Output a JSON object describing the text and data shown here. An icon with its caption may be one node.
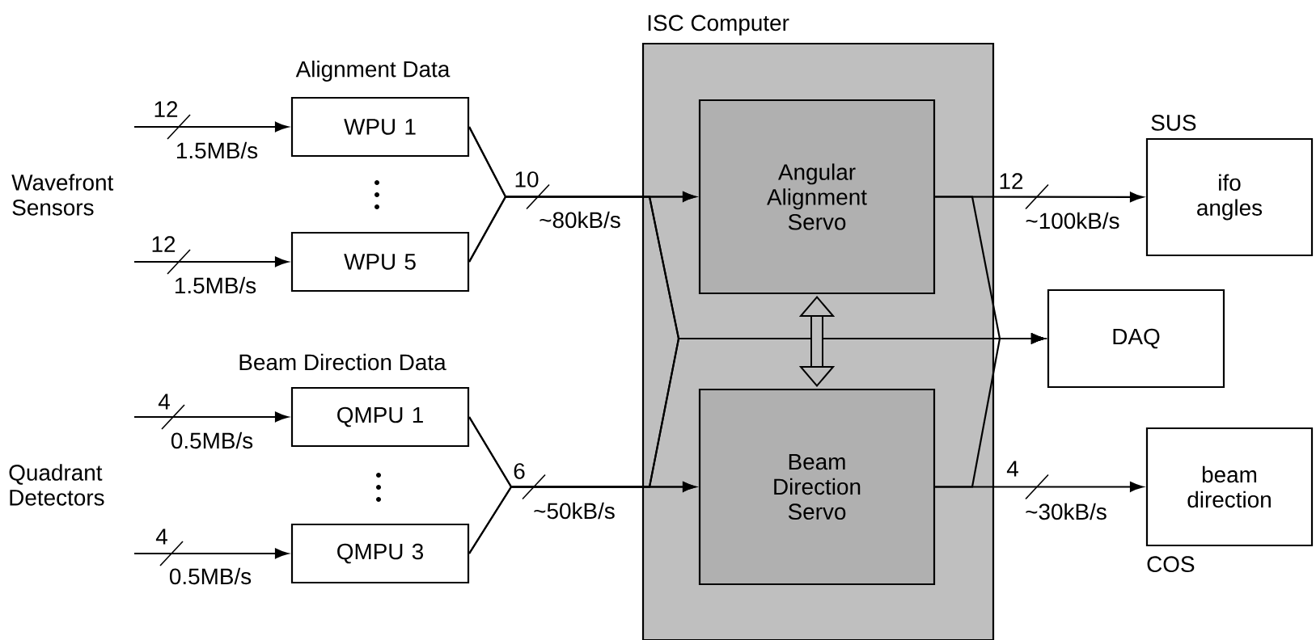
{
  "diagram": {
    "nodes": [
      {
        "text": [
          "ISC Computer"
        ]
      },
      {
        "text": [
          "Angular Alignment Servo"
        ],
        "in": 0
      },
      {
        "text": [
          "Beam Direction Servo"
        ],
        "in": 0
      },
      {
        "text": [
          "WPU 1"
        ]
      },
      {
        "text": [
          "WPU 5"
        ]
      },
      {
        "text": [
          "QMPU 1"
        ]
      },
      {
        "text": [
          "QMPU 3"
        ]
      },
      {
        "text": [
          "SUS",
          "ifo angles"
        ]
      },
      {
        "text": [
          "DAQ"
        ]
      },
      {
        "text": [
          "beam direction"
        ],
        "beside": [
          "COS"
        ]
      }
    ],
    "edges": [
      {
        "from": null,
        "to": 3,
        "arrow": "to"
      },
      {
        "from": null,
        "to": 4,
        "arrow": "to"
      },
      {
        "from": null,
        "to": 5,
        "arrow": "to"
      },
      {
        "from": null,
        "to": 6,
        "arrow": "to"
      },
      {
        "from": 3,
        "to": 1,
        "arrow": "to"
      },
      {
        "from": 4,
        "to": 1,
        "arrow": "to"
      },
      {
        "from": 5,
        "to": 2,
        "arrow": "to"
      },
      {
        "from": 6,
        "to": 2,
        "arrow": "to"
      },
      {
        "from": 3,
        "to": 8,
        "arrow": "to"
      },
      {
        "from": 4,
        "to": 8,
        "arrow": "to"
      },
      {
        "from": 5,
        "to": 8,
        "arrow": "to"
      },
      {
        "from": 6,
        "to": 8,
        "arrow": "to"
      },
      {
        "from": 1,
        "to": 7,
        "arrow": "to"
      },
      {
        "from": 2,
        "to": 9,
        "arrow": "to"
      },
      {
        "from": 1,
        "to": 8,
        "arrow": "to"
      },
      {
        "from": 2,
        "to": 8,
        "arrow": "to"
      },
      {
        "from": 1,
        "to": 2,
        "arrow": "both",
        "style": "thick"
      }
    ],
    "labels": [
      "Alignment Data",
      "12",
      "1.5MB/s",
      "Wavefront Sensors",
      "10",
      "~80kB/s",
      "12",
      "~100kB/s",
      "12",
      "1.5MB/s",
      "Beam Direction Data",
      "4",
      "0.5MB/s",
      "Quadrant Detectors",
      "6",
      "~50kB/s",
      "4",
      "~30kB/s",
      "4",
      "0.5MB/s"
    ]
  }
}
